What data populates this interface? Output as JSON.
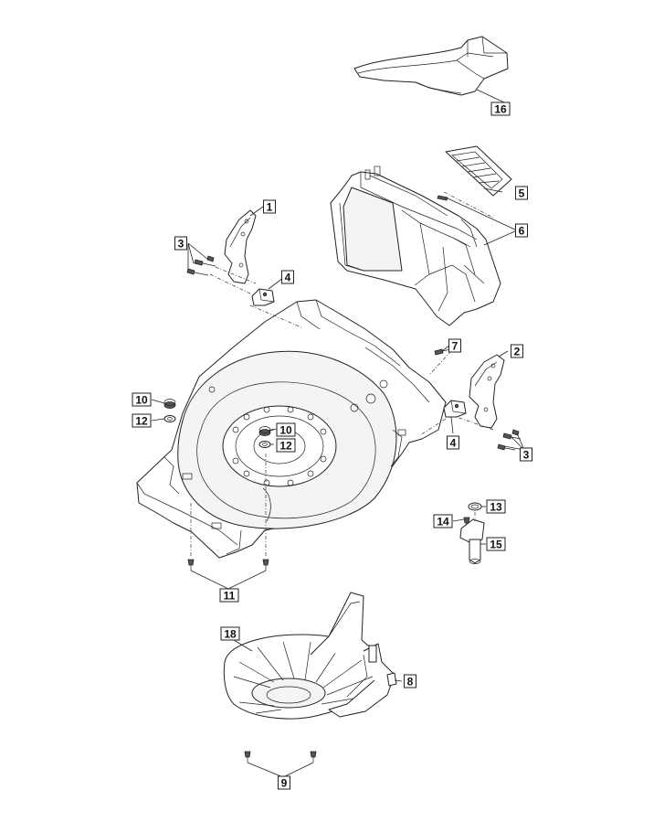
{
  "callouts": [
    {
      "id": "c1",
      "label": "1"
    },
    {
      "id": "c2",
      "label": "2"
    },
    {
      "id": "c3a",
      "label": "3"
    },
    {
      "id": "c3b",
      "label": "3"
    },
    {
      "id": "c4a",
      "label": "4"
    },
    {
      "id": "c4b",
      "label": "4"
    },
    {
      "id": "c5",
      "label": "5"
    },
    {
      "id": "c6",
      "label": "6"
    },
    {
      "id": "c7",
      "label": "7"
    },
    {
      "id": "c8",
      "label": "8"
    },
    {
      "id": "c9",
      "label": "9"
    },
    {
      "id": "c10a",
      "label": "10"
    },
    {
      "id": "c10b",
      "label": "10"
    },
    {
      "id": "c11",
      "label": "11"
    },
    {
      "id": "c12a",
      "label": "12"
    },
    {
      "id": "c12b",
      "label": "12"
    },
    {
      "id": "c13",
      "label": "13"
    },
    {
      "id": "c14",
      "label": "14"
    },
    {
      "id": "c15",
      "label": "15"
    },
    {
      "id": "c16",
      "label": "16"
    },
    {
      "id": "c18",
      "label": "18"
    }
  ],
  "colors": {
    "line": "#222222",
    "background": "#ffffff",
    "fill": "#f4f4f4"
  }
}
